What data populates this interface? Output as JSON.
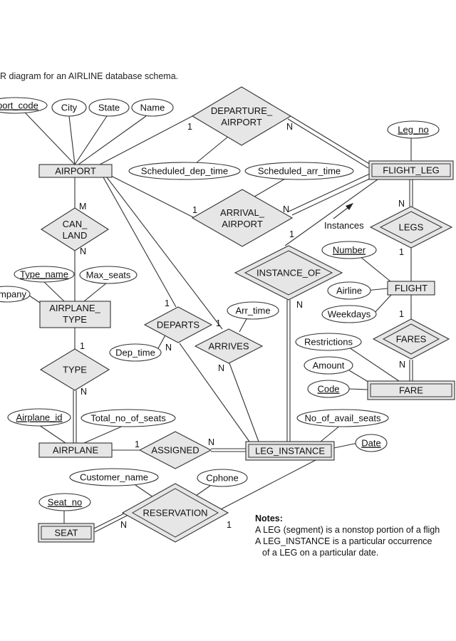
{
  "caption": "R diagram for an AIRLINE database schema.",
  "entities": {
    "airport": "AIRPORT",
    "flight_leg": "FLIGHT_LEG",
    "airplane_type": [
      "AIRPLANE_",
      "TYPE"
    ],
    "airplane": "AIRPLANE",
    "leg_instance": "LEG_INSTANCE",
    "flight": "FLIGHT",
    "fare": "FARE",
    "seat": "SEAT"
  },
  "relationships": {
    "departure_airport": [
      "DEPARTURE_",
      "AIRPORT"
    ],
    "arrival_airport": [
      "ARRIVAL_",
      "AIRPORT"
    ],
    "can_land": [
      "CAN_",
      "LAND"
    ],
    "legs": "LEGS",
    "instance_of": "INSTANCE_OF",
    "departs": "DEPARTS",
    "arrives": "ARRIVES",
    "type": "TYPE",
    "fares": "FARES",
    "assigned": "ASSIGNED",
    "reservation": "RESERVATION"
  },
  "attributes": {
    "airport_code": "port_code",
    "city": "City",
    "state": "State",
    "name": "Name",
    "leg_no": "Leg_no",
    "scheduled_dep_time": "Scheduled_dep_time",
    "scheduled_arr_time": "Scheduled_arr_time",
    "type_name": "Type_name",
    "max_seats": "Max_seats",
    "company": "mpany",
    "number": "Number",
    "airline": "Airline",
    "weekdays": "Weekdays",
    "arr_time": "Arr_time",
    "dep_time": "Dep_time",
    "restrictions": "Restrictions",
    "amount": "Amount",
    "code": "Code",
    "airplane_id": "Airplane_id",
    "total_no_of_seats": "Total_no_of_seats",
    "no_of_avail_seats": "No_of_avail_seats",
    "date": "Date",
    "customer_name": "Customer_name",
    "cphone": "Cphone",
    "seat_no": "Seat_no"
  },
  "cardinalities": {
    "dep_airport_1": "1",
    "dep_airport_n": "N",
    "arr_airport_1": "1",
    "arr_airport_n": "N",
    "can_land_m": "M",
    "can_land_n": "N",
    "legs_n": "N",
    "legs_1": "1",
    "instance_of_1": "1",
    "instance_of_n": "N",
    "fares_1": "1",
    "fares_n": "N",
    "departs_1": "1",
    "departs_n": "N",
    "arrives_1": "1",
    "arrives_n": "N",
    "type_1": "1",
    "type_n": "N",
    "assigned_1": "1",
    "assigned_n": "N",
    "reservation_n": "N",
    "reservation_1": "1"
  },
  "instances_label": "Instances",
  "notes": {
    "title": "Notes:",
    "line1": "A LEG (segment) is a nonstop portion of a fligh",
    "line2": "A LEG_INSTANCE is a particular occurrence",
    "line3": "of a LEG on a particular date."
  }
}
